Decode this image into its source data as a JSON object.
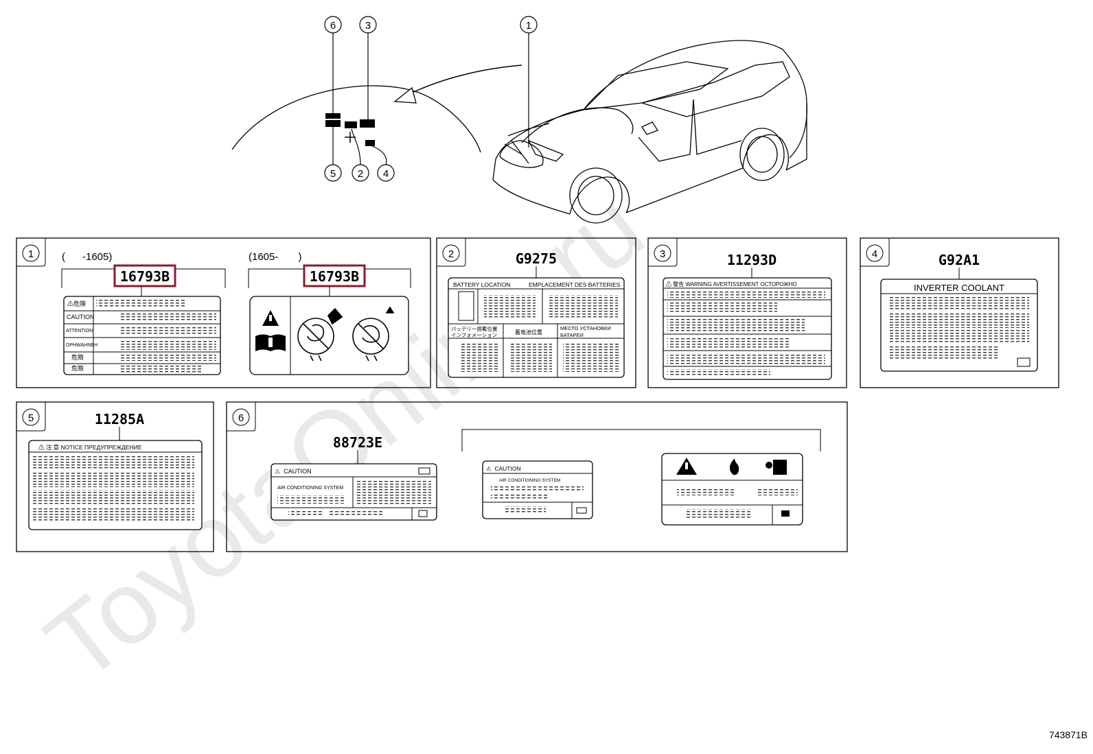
{
  "callouts": [
    "1",
    "2",
    "3",
    "4",
    "5",
    "6"
  ],
  "panel1": {
    "index": "1",
    "left": {
      "range": "(      -1605)",
      "part": "16793B",
      "rows": [
        "⚠危険",
        "CAUTION",
        "ATTENTION",
        "OPHWAHNEH",
        "危險",
        "危險"
      ]
    },
    "right": {
      "range": "(1605-       )",
      "part": "16793B"
    }
  },
  "panel2": {
    "index": "2",
    "part": "G9275",
    "header": [
      "BATTERY  LOCATION",
      "EMPLACEMENT DES BATTERIES"
    ],
    "mid": [
      "バッテリー搭載位置",
      "インフォメーション",
      "蓄电池位置",
      "МЕСТО  УСТАНОВКИ",
      "БАТАРЕИ"
    ]
  },
  "panel3": {
    "index": "3",
    "part": "11293D",
    "header": "⚠ 警告  WARNING  AVERTISSEMENT  ОСТОРОЖНО"
  },
  "panel4": {
    "index": "4",
    "part": "G92A1",
    "header": "INVERTER COOLANT"
  },
  "panel5": {
    "index": "5",
    "part": "11285A",
    "header": "⚠ 注 意   NOTICE   ПРЕДУПРЕЖДЕНИЕ"
  },
  "panel6": {
    "index": "6",
    "part": "88723E",
    "labelA": {
      "title": "⚠  CAUTION",
      "text": "AIR CONDITIONING SYSTEM"
    },
    "labelB": {
      "title": "⚠  CAUTION",
      "text": "AIR CONDITIONING SYSTEM"
    }
  },
  "footer_code": "743871B",
  "watermark": "ToyotaOnline.ru",
  "colors": {
    "highlight": "#8b1a2e",
    "line": "#000000",
    "watermark": "#e6e6e6"
  }
}
